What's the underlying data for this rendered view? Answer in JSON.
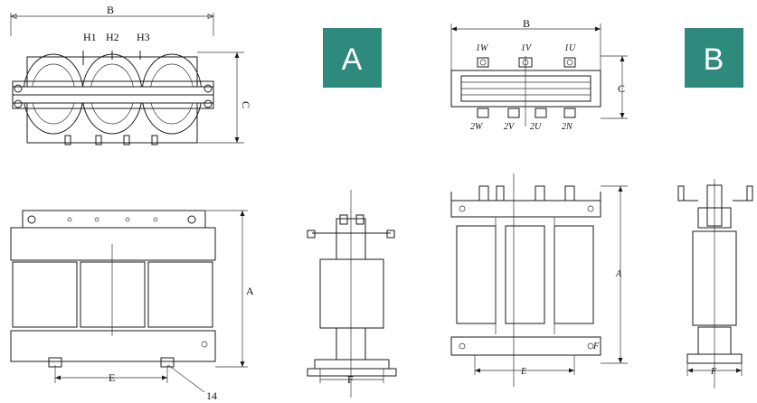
{
  "colors": {
    "badge": "#2e8a7c",
    "line": "#1a1a1a"
  },
  "badges": {
    "a": "A",
    "b": "B"
  },
  "variant_a": {
    "top_view": {
      "width_label": "B",
      "height_label": "C",
      "terminals": [
        "H1",
        "H2",
        "H3"
      ]
    },
    "front_view": {
      "height_label": "A",
      "mount_label": "E",
      "hole_label": "14"
    },
    "side_view": {
      "depth_label": "F"
    }
  },
  "variant_b": {
    "top_view": {
      "width_label": "B",
      "height_label": "C",
      "top_terminals": [
        "1W",
        "1V",
        "1U"
      ],
      "bottom_terminals": [
        "2W",
        "2V",
        "2U",
        "2N"
      ]
    },
    "front_view": {
      "height_label": "A",
      "mount_label": "E",
      "corner_label": "F"
    },
    "side_view": {
      "depth_label": "F"
    }
  }
}
